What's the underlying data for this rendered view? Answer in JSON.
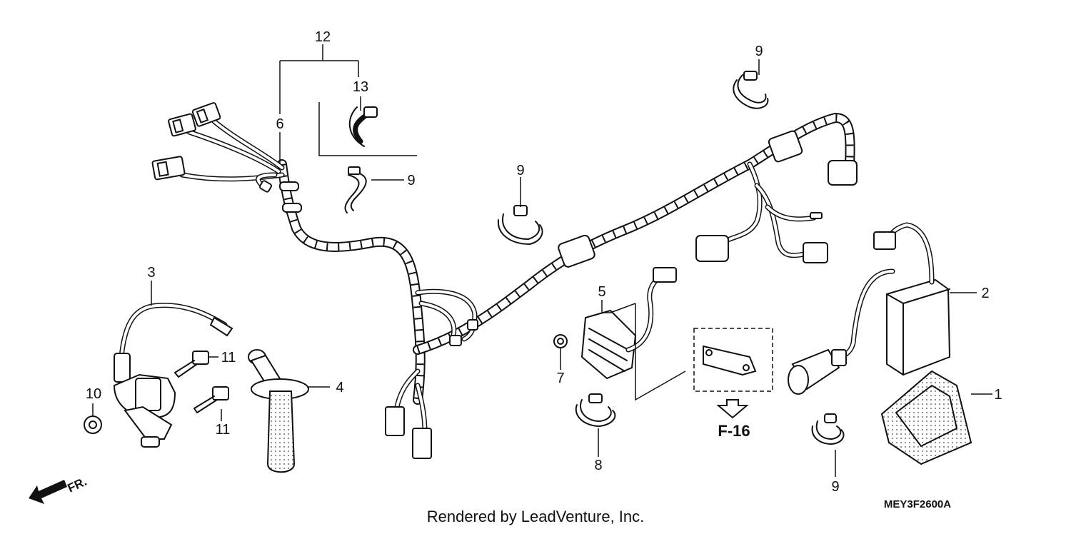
{
  "callouts": {
    "c12": "12",
    "c13": "13",
    "c6": "6",
    "c9a": "9",
    "c9b": "9",
    "c9c": "9",
    "c9d": "9",
    "c3": "3",
    "c11a": "11",
    "c11b": "11",
    "c10": "10",
    "c4": "4",
    "c5": "5",
    "c7": "7",
    "c8": "8",
    "c2": "2",
    "c1": "1"
  },
  "reference": "F-16",
  "diagram_code": "MEY3F2600A",
  "credit": "Rendered by LeadVenture, Inc.",
  "front_marker": "FR."
}
